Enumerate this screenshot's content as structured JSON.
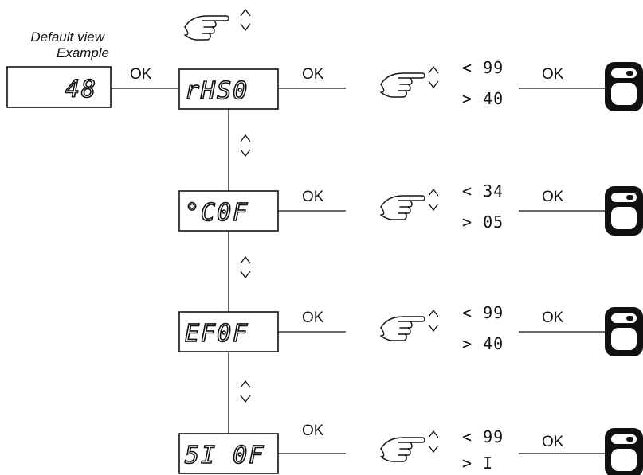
{
  "caption": {
    "line1": "Default view",
    "line2": "Example"
  },
  "default_display": "48",
  "ok_label": "OK",
  "menu": [
    {
      "code": "rHS0",
      "max": "< 99",
      "min": "> 40"
    },
    {
      "code": "°C0F",
      "max": "< 34",
      "min": "> 05"
    },
    {
      "code": "EF0F",
      "max": "< 99",
      "min": "> 40"
    },
    {
      "code": "5I 0F",
      "max": "< 99",
      "min": ">  I"
    }
  ],
  "icons": {
    "nav": "hand-pointing-up-down-icon",
    "save": "thermostat-save-icon"
  }
}
